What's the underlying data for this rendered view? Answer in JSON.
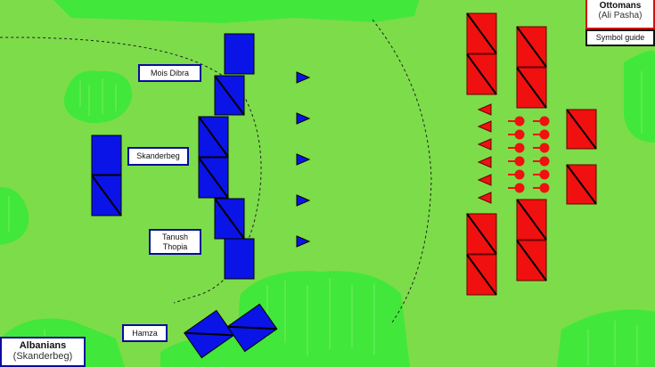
{
  "title": "Battle map",
  "colors": {
    "albanian": "#0a14e6",
    "ottoman": "#f01010",
    "grass": "#7ddc4a",
    "forest": "#3ee83a"
  },
  "commanders": {
    "mois_dibra": "Mois Dibra",
    "skanderbeg": "Skanderbeg",
    "tanush_line1": "Tanush",
    "tanush_line2": "Thopia",
    "hamza": "Hamza"
  },
  "legend": {
    "albanians": {
      "name": "Albanians",
      "leader": "(Skanderbeg)"
    },
    "ottomans": {
      "name": "Ottomans",
      "leader": "(Ali Pasha)"
    },
    "symbol_guide": "Symbol guide"
  }
}
